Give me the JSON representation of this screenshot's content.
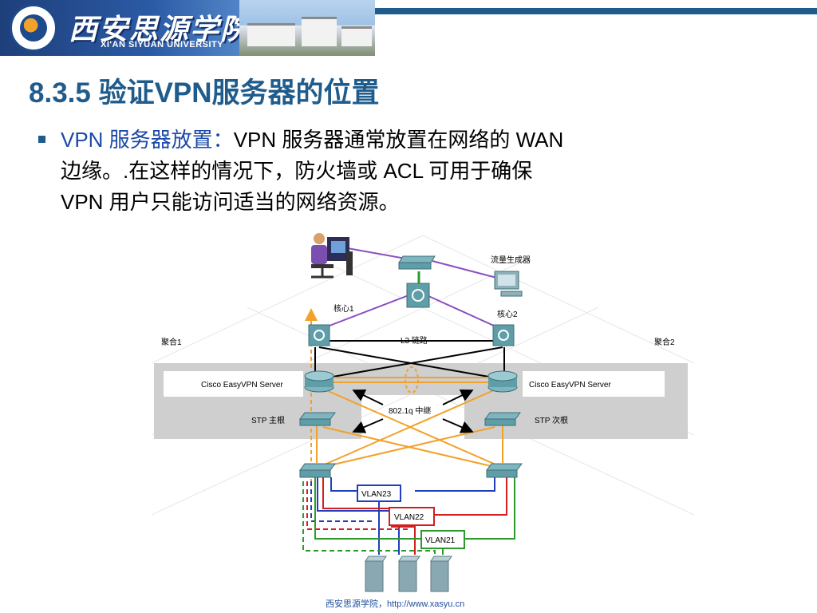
{
  "header": {
    "school_name_cn": "西安思源学院",
    "school_name_en": "XI'AN SIYUAN UNIVERSITY"
  },
  "slide": {
    "title": "8.3.5 验证VPN服务器的位置",
    "bullet": {
      "label": "VPN 服务器放置：",
      "lines": [
        "VPN 服务器通常放置在网络的 WAN",
        "边缘。.在这样的情况下，防火墙或 ACL 可用于确保",
        "VPN 用户只能访问适当的网络资源。"
      ]
    }
  },
  "diagram": {
    "labels": {
      "traffic_generator": "流量生成器",
      "core1": "核心1",
      "core2": "核心2",
      "distribution1": "聚合1",
      "distribution2": "聚合2",
      "l3_link": "L3 链路",
      "vpn_server_left": "Cisco EasyVPN Server",
      "vpn_server_right": "Cisco EasyVPN Server",
      "trunk": "802.1q 中继",
      "stp_primary": "STP 主根",
      "stp_secondary": "STP 次根",
      "vlan23": "VLAN23",
      "vlan22": "VLAN22",
      "vlan21": "VLAN21"
    },
    "colors": {
      "purple_link": "#8a4fc0",
      "green_link": "#2e9a2e",
      "black_link": "#000000",
      "orange_link": "#f2a12a",
      "vlan23": "#1f3fbf",
      "vlan22": "#d01f1f",
      "vlan21": "#2e9a2e",
      "device_teal": "#5f9ea8",
      "panel_gray": "#cfcfcf"
    }
  },
  "footer": {
    "text": "西安思源学院，http://www.xasyu.cn"
  }
}
